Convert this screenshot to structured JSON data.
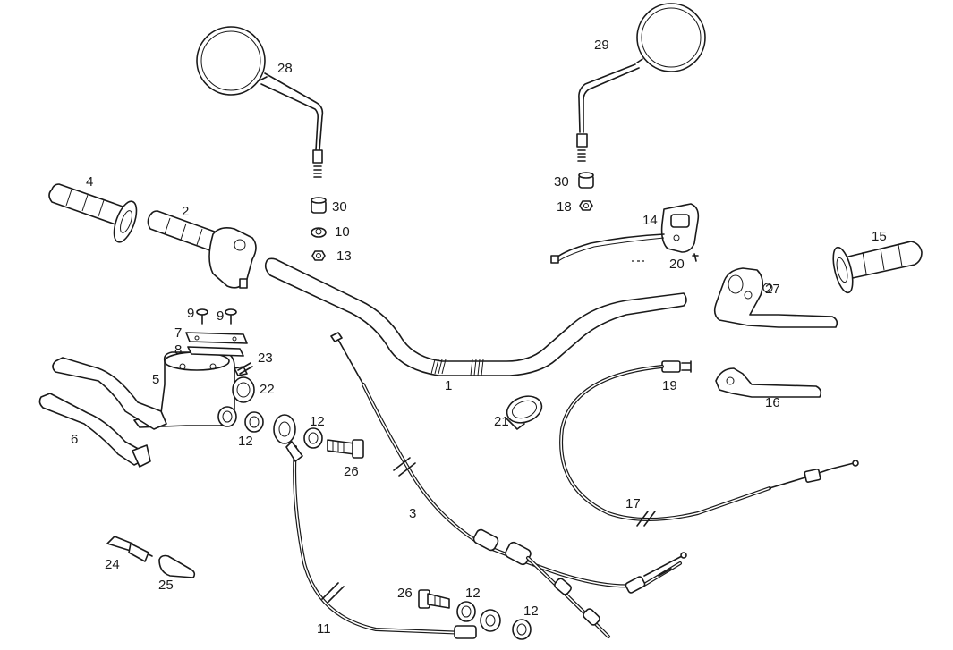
{
  "callouts": {
    "p1": "1",
    "p2": "2",
    "p3": "3",
    "p4": "4",
    "p5": "5",
    "p6": "6",
    "p7": "7",
    "p8": "8",
    "p9a": "9",
    "p9b": "9",
    "p10": "10",
    "p11": "11",
    "p12a": "12",
    "p12b": "12",
    "p12c": "12",
    "p12d": "12",
    "p13": "13",
    "p14": "14",
    "p15": "15",
    "p16": "16",
    "p17": "17",
    "p18": "18",
    "p19": "19",
    "p20": "20",
    "p21": "21",
    "p22": "22",
    "p23": "23",
    "p24": "24",
    "p25": "25",
    "p26a": "26",
    "p26b": "26",
    "p27": "27",
    "p28": "28",
    "p29": "29",
    "p30a": "30",
    "p30b": "30"
  }
}
